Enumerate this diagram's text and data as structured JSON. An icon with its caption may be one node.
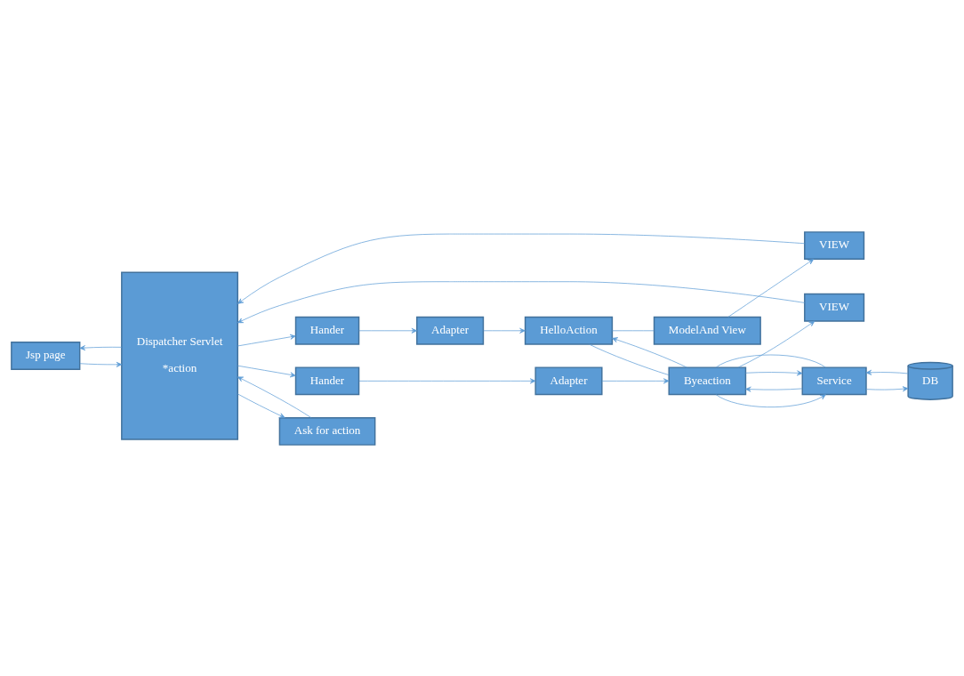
{
  "diagram": {
    "nodes": [
      {
        "text": [
          "Jsp page"
        ]
      },
      {
        "text": [
          "Dispatcher Servlet",
          "*action"
        ]
      },
      {
        "text": [
          "Hander"
        ]
      },
      {
        "text": [
          "Adapter"
        ]
      },
      {
        "text": [
          "HelloAction"
        ]
      },
      {
        "text": [
          "VIEW"
        ]
      },
      {
        "text": [
          "ModelAnd View"
        ]
      },
      {
        "text": [
          "VIEW"
        ]
      },
      {
        "text": [
          "Byeaction"
        ]
      },
      {
        "text": [
          "Hander"
        ]
      },
      {
        "text": [
          "Adapter"
        ]
      },
      {
        "text": [
          "DB"
        ]
      },
      {
        "text": [
          "Service"
        ]
      },
      {
        "text": [
          "Ask for action"
        ]
      }
    ],
    "edges": [
      {
        "from": 0,
        "to": 1,
        "arrow": "to"
      },
      {
        "from": 1,
        "to": 0,
        "arrow": "to"
      },
      {
        "from": 1,
        "to": 2,
        "arrow": "to"
      },
      {
        "from": 2,
        "to": 3,
        "arrow": "to"
      },
      {
        "from": 3,
        "to": 4,
        "arrow": "to"
      },
      {
        "from": 4,
        "to": 6,
        "arrow": "none"
      },
      {
        "from": 6,
        "to": 5,
        "arrow": "to"
      },
      {
        "from": 5,
        "to": 1,
        "arrow": "to"
      },
      {
        "from": 8,
        "to": 7,
        "arrow": "to"
      },
      {
        "from": 7,
        "to": 1,
        "arrow": "to"
      },
      {
        "from": 1,
        "to": 9,
        "arrow": "to"
      },
      {
        "from": 9,
        "to": 10,
        "arrow": "to"
      },
      {
        "from": 10,
        "to": 8,
        "arrow": "to"
      },
      {
        "from": 4,
        "to": 8,
        "arrow": "none"
      },
      {
        "from": 8,
        "to": 4,
        "arrow": "to"
      },
      {
        "from": 8,
        "to": 12,
        "arrow": "to"
      },
      {
        "from": 12,
        "to": 8,
        "arrow": "to"
      },
      {
        "from": 8,
        "to": 12,
        "arrow": "to"
      },
      {
        "from": 8,
        "to": 12,
        "arrow": "none"
      },
      {
        "from": 12,
        "to": 11,
        "arrow": "to"
      },
      {
        "from": 11,
        "to": 12,
        "arrow": "to"
      },
      {
        "from": 13,
        "to": 1,
        "arrow": "to"
      },
      {
        "from": 1,
        "to": 13,
        "arrow": "to"
      }
    ]
  }
}
